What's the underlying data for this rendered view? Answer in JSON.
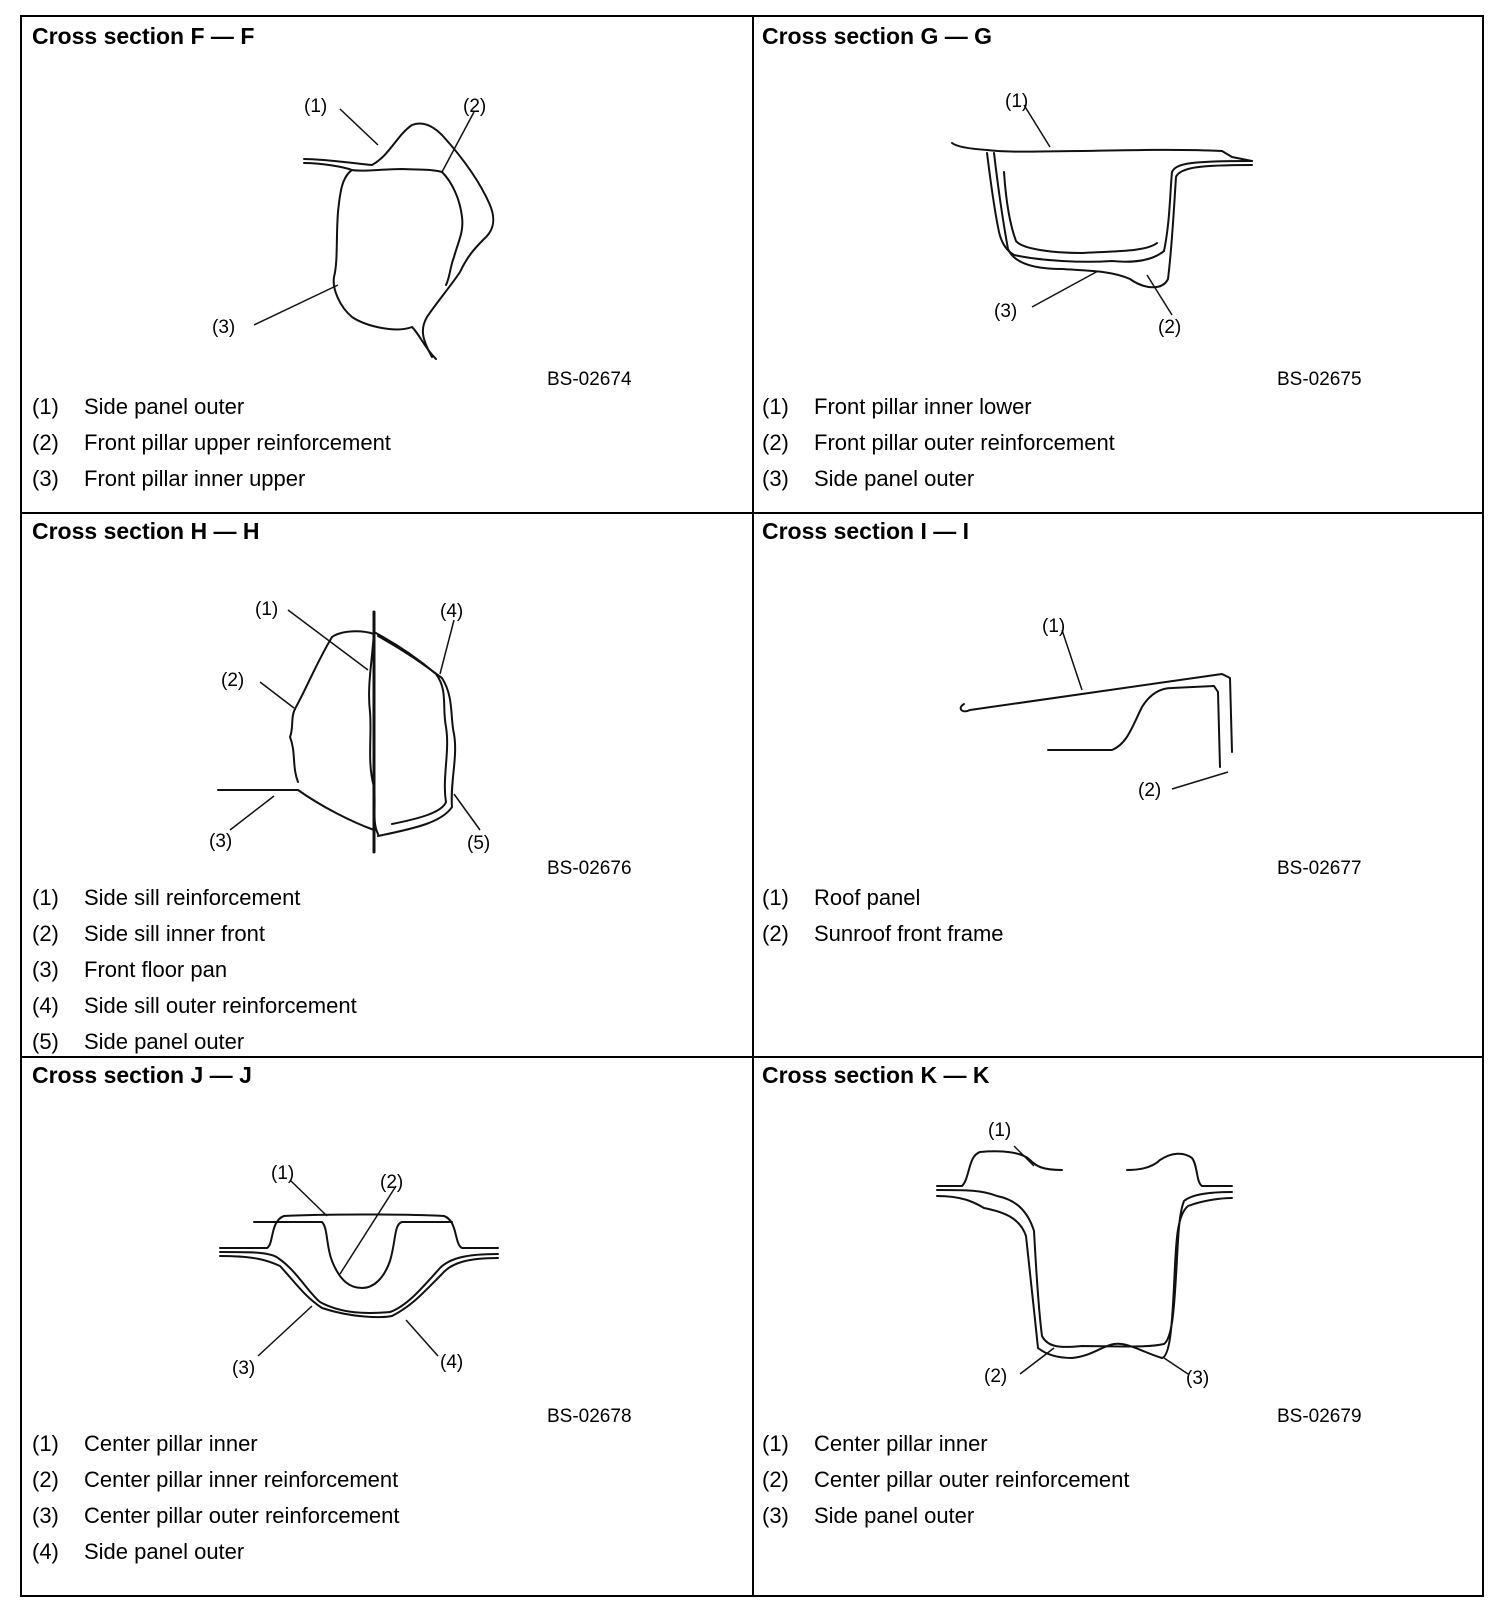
{
  "sections": [
    {
      "title": "Cross section F — F",
      "code": "BS-02674",
      "callouts": [
        "(1)",
        "(2)",
        "(3)"
      ],
      "legend": [
        {
          "num": "(1)",
          "text": "Side panel outer"
        },
        {
          "num": "(2)",
          "text": "Front pillar upper reinforcement"
        },
        {
          "num": "(3)",
          "text": "Front pillar inner upper"
        }
      ]
    },
    {
      "title": "Cross section G — G",
      "code": "BS-02675",
      "callouts": [
        "(1)",
        "(2)",
        "(3)"
      ],
      "legend": [
        {
          "num": "(1)",
          "text": "Front pillar inner lower"
        },
        {
          "num": "(2)",
          "text": "Front pillar outer reinforcement"
        },
        {
          "num": "(3)",
          "text": "Side panel outer"
        }
      ]
    },
    {
      "title": "Cross section H — H",
      "code": "BS-02676",
      "callouts": [
        "(1)",
        "(2)",
        "(3)",
        "(4)",
        "(5)"
      ],
      "legend": [
        {
          "num": "(1)",
          "text": "Side sill reinforcement"
        },
        {
          "num": "(2)",
          "text": "Side sill inner front"
        },
        {
          "num": "(3)",
          "text": "Front floor pan"
        },
        {
          "num": "(4)",
          "text": "Side sill outer reinforcement"
        },
        {
          "num": "(5)",
          "text": "Side panel outer"
        }
      ]
    },
    {
      "title": "Cross section I — I",
      "code": "BS-02677",
      "callouts": [
        "(1)",
        "(2)"
      ],
      "legend": [
        {
          "num": "(1)",
          "text": "Roof panel"
        },
        {
          "num": "(2)",
          "text": "Sunroof front frame"
        }
      ]
    },
    {
      "title": "Cross section J — J",
      "code": "BS-02678",
      "callouts": [
        "(1)",
        "(2)",
        "(3)",
        "(4)"
      ],
      "legend": [
        {
          "num": "(1)",
          "text": "Center pillar inner"
        },
        {
          "num": "(2)",
          "text": "Center pillar inner reinforcement"
        },
        {
          "num": "(3)",
          "text": "Center pillar outer reinforcement"
        },
        {
          "num": "(4)",
          "text": "Side panel outer"
        }
      ]
    },
    {
      "title": "Cross section K — K",
      "code": "BS-02679",
      "callouts": [
        "(1)",
        "(2)",
        "(3)"
      ],
      "legend": [
        {
          "num": "(1)",
          "text": "Center pillar inner"
        },
        {
          "num": "(2)",
          "text": "Center pillar outer reinforcement"
        },
        {
          "num": "(3)",
          "text": "Side panel outer"
        }
      ]
    }
  ]
}
